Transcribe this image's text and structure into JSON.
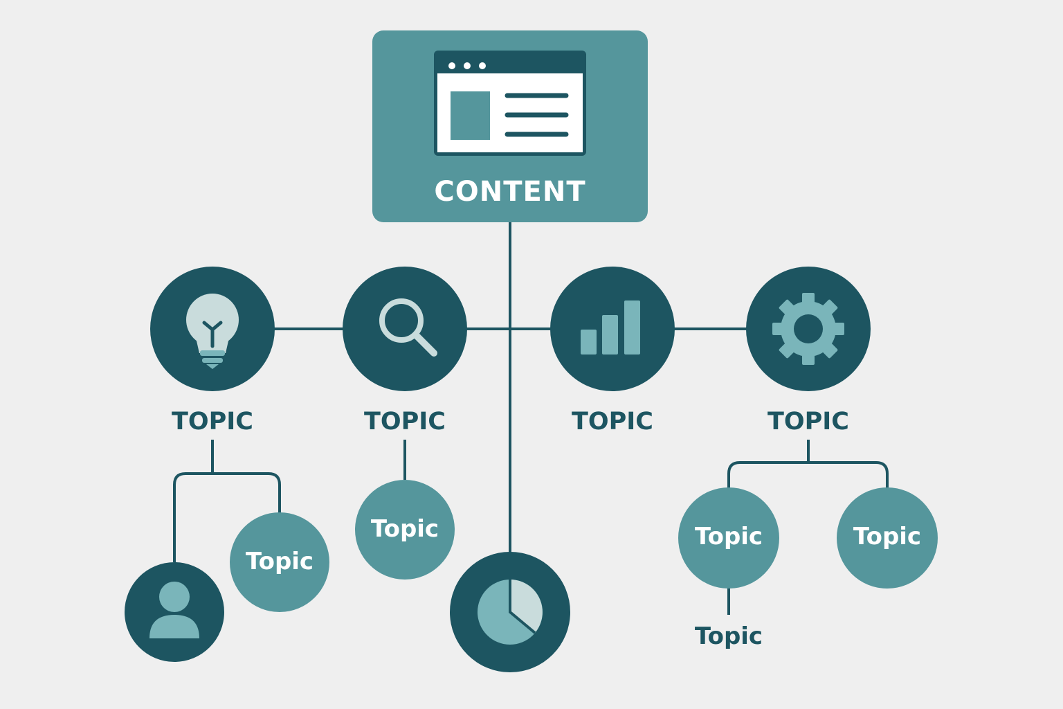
{
  "colors": {
    "background": "#efefef",
    "dark": "#1d5561",
    "medium": "#55969c",
    "light": "#7ab5ba",
    "pale": "#c9dcdc",
    "white": "#ffffff"
  },
  "root": {
    "label": "CONTENT",
    "icon": "browser-window-icon"
  },
  "topics": [
    {
      "label": "TOPIC",
      "icon": "lightbulb-icon"
    },
    {
      "label": "TOPIC",
      "icon": "search-icon"
    },
    {
      "label": "TOPIC",
      "icon": "bar-chart-icon"
    },
    {
      "label": "TOPIC",
      "icon": "gear-icon"
    }
  ],
  "subtopics": {
    "user_icon": "user-icon",
    "pie_icon": "pie-chart-icon",
    "left_child": "Topic",
    "search_child": "Topic",
    "gear_child_left": "Topic",
    "gear_child_right": "Topic",
    "gear_grandchild": "Topic"
  }
}
